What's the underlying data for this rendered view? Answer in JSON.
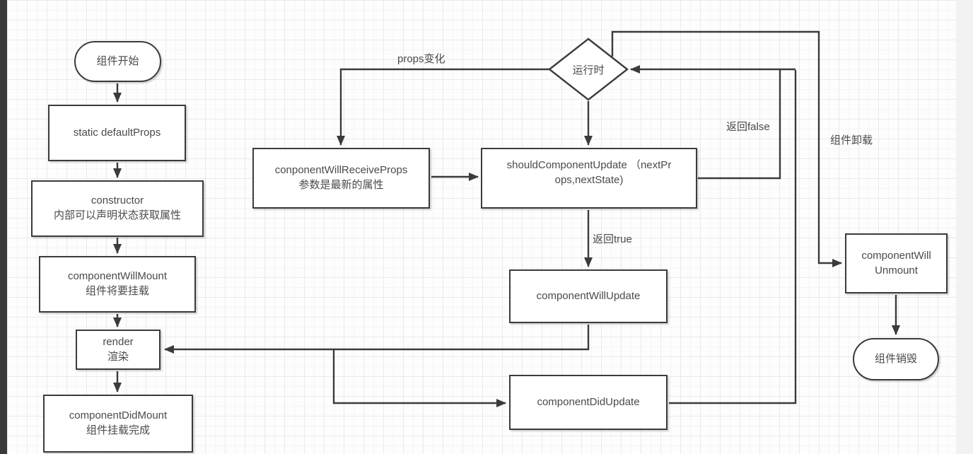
{
  "colors": {
    "stroke": "#3b3b3b",
    "text": "#4a4a4a",
    "node_fill": "#ffffff",
    "canvas_bg": "#fdfdfd",
    "grid_line": "#eaeaea",
    "chrome_bg": "#f2f2f2",
    "left_bar": "#3a3a3a"
  },
  "nodes": {
    "start": {
      "label": "组件开始"
    },
    "staticDefaultProps": {
      "line1": "static defaultProps"
    },
    "ctor": {
      "line1": "constructor",
      "line2": "内部可以声明状态获取属性"
    },
    "willMount": {
      "line1": "componentWillMount",
      "line2": "组件将要挂载"
    },
    "render": {
      "line1": "render",
      "line2": "渲染"
    },
    "didMount": {
      "line1": "componentDidMount",
      "line2": "组件挂载完成"
    },
    "runtime": {
      "label": "运行时"
    },
    "willReceiveProps": {
      "line1": "conponentWillReceiveProps",
      "line2": "参数是最新的属性"
    },
    "shouldUpdate": {
      "line1": "shouldComponentUpdate （nextPr",
      "line2": "ops,nextState)"
    },
    "willUpdate": {
      "line1": "componentWillUpdate"
    },
    "didUpdate": {
      "line1": "componentDidUpdate"
    },
    "willUnmount": {
      "line1": "componentWill",
      "line2": "Unmount"
    },
    "destroy": {
      "label": "组件销毁"
    }
  },
  "edge_labels": {
    "propsChange": "props变化",
    "returnFalse": "返回false",
    "returnTrue": "返回true",
    "unmount": "组件卸载"
  }
}
